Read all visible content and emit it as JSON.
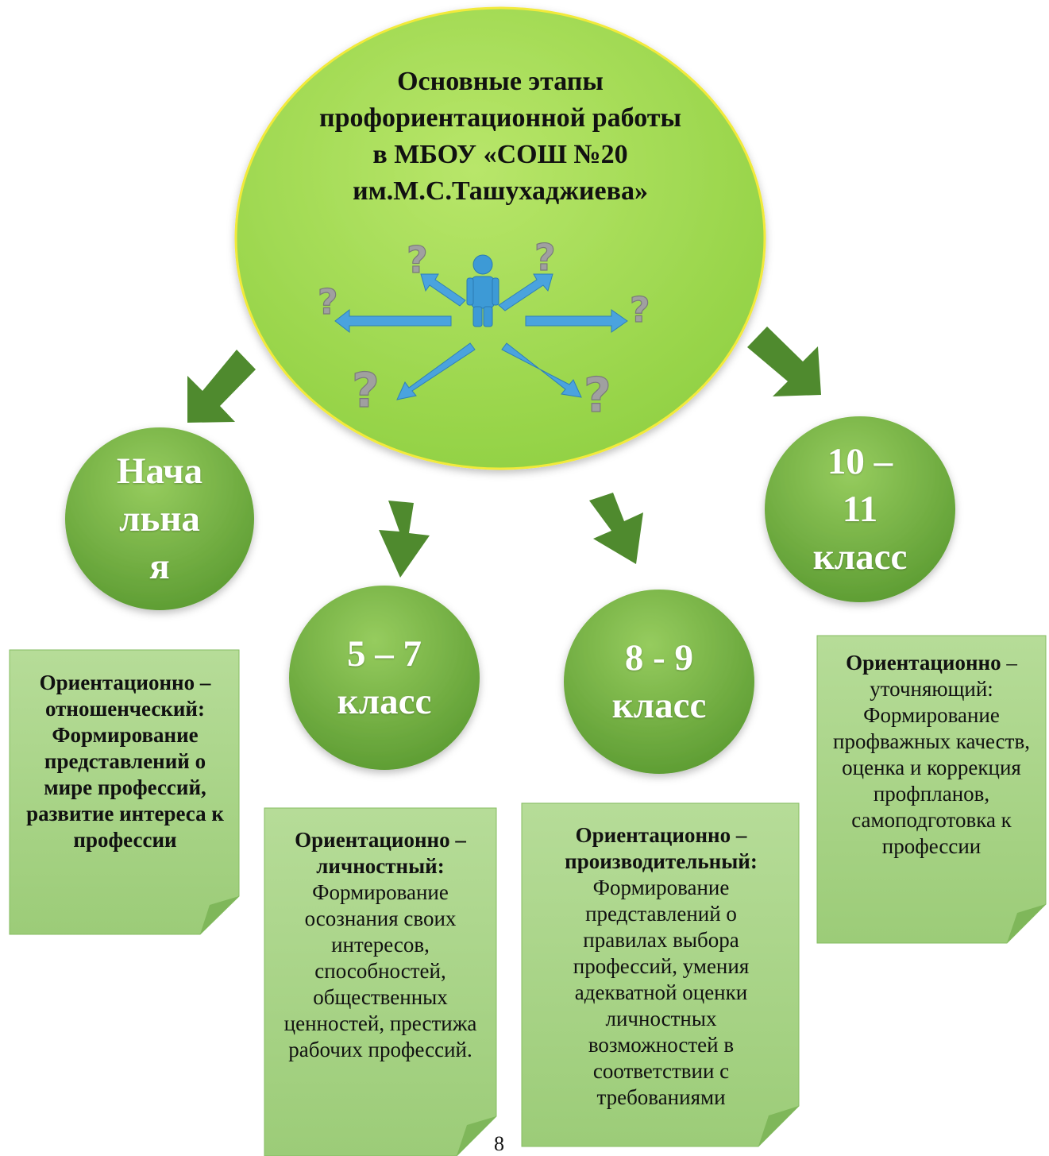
{
  "title": "Основные этапы\nпрофориентационной работы\nв МБОУ «СОШ №20\nим.М.С.Ташухаджиева»",
  "stages": [
    {
      "label": "Нача\nльна\nя",
      "note_head": "Ориентационно – отношенческий:",
      "note_body": "Формирование представлений о мире профессий, развитие интереса к профессии"
    },
    {
      "label": "5 – 7\nкласс",
      "note_head": "Ориентационно – личностный:",
      "note_body": "Формирование осознания своих интересов, способностей, общественных ценностей, престижа рабочих профессий."
    },
    {
      "label": "8 - 9\nкласс",
      "note_head": "Ориентационно – производительный:",
      "note_body": "Формирование представлений о правилах выбора профессий, умения адекватной оценки личностных возможностей в соответствии с требованиями"
    },
    {
      "label": "10 –\n11\nкласс",
      "note_head": "Ориентационно",
      "note_body": "– уточняющий: Формирование профважных качеств, оценка и коррекция профпланов, самоподготовка к профессии"
    }
  ],
  "page_number": "8",
  "colors": {
    "main_circle": "#9ad84a",
    "main_circle_border": "#f2ea3a",
    "stage_circle": "#6fad3c",
    "stage_circle_light": "#8ec85a",
    "arrow": "#4f8a2e",
    "note_fill": "#a8d58a",
    "note_fold": "#7fb75a",
    "person": "#3d9ad6",
    "pointer_arrow": "#4aa3de",
    "question_mark": "#9c9c9c"
  }
}
